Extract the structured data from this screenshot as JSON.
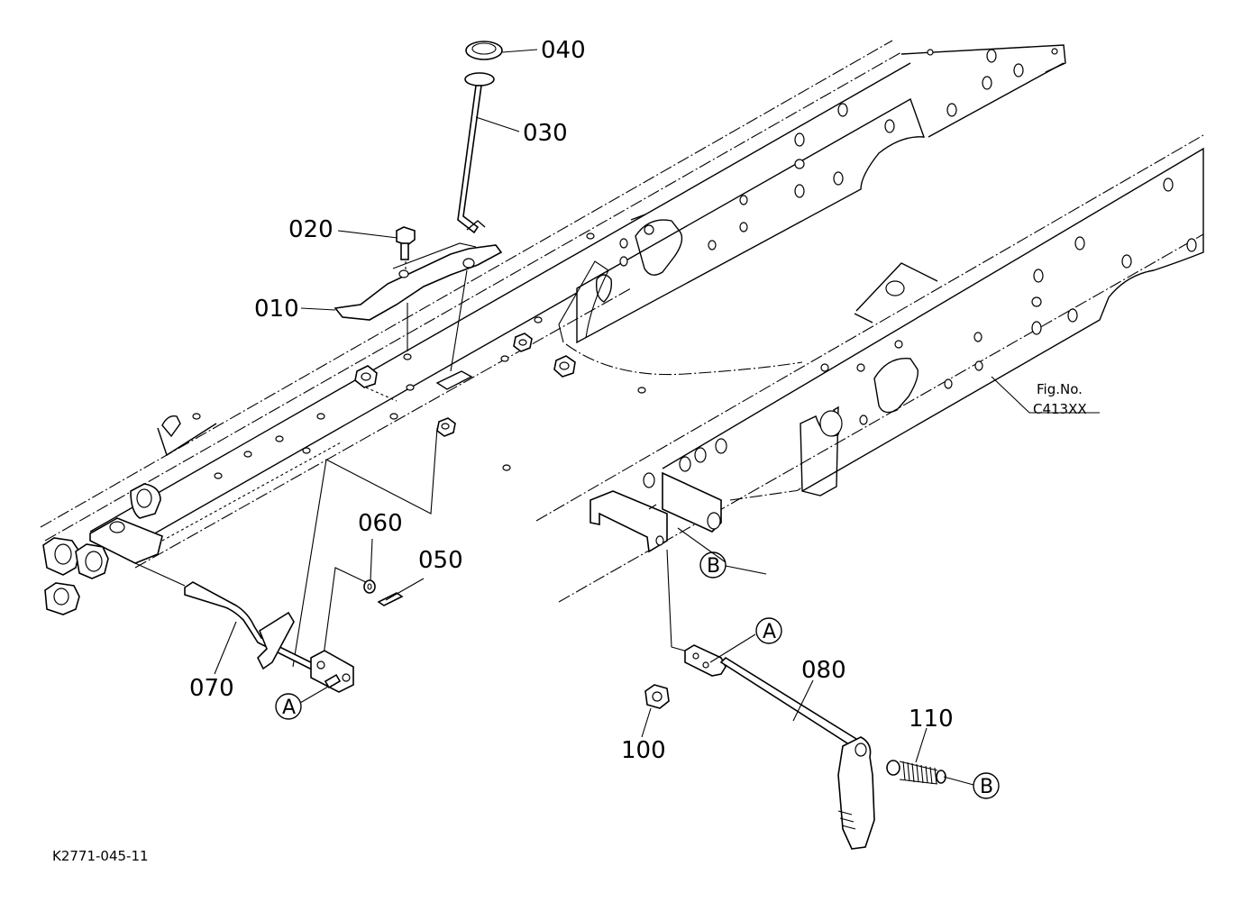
{
  "parts": [
    {
      "id": "p010",
      "number": "010"
    },
    {
      "id": "p020",
      "number": "020"
    },
    {
      "id": "p030",
      "number": "030"
    },
    {
      "id": "p040",
      "number": "040"
    },
    {
      "id": "p050",
      "number": "050"
    },
    {
      "id": "p060",
      "number": "060"
    },
    {
      "id": "p070",
      "number": "070"
    },
    {
      "id": "p080",
      "number": "080"
    },
    {
      "id": "p100",
      "number": "100"
    },
    {
      "id": "p110",
      "number": "110"
    }
  ],
  "references": {
    "a_left": "A",
    "a_right": "A",
    "b_upper": "B",
    "b_right": "B"
  },
  "figure_ref": {
    "line1": "Fig.No.",
    "line2": "C413XX"
  },
  "drawing_number": "K2771-045-11"
}
